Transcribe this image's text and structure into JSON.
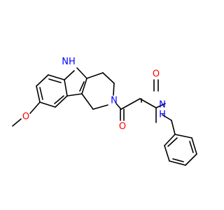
{
  "molecule": {
    "colors": {
      "carbon": "#000000",
      "nitrogen": "#0000ff",
      "oxygen": "#ff0000",
      "background": "#ffffff"
    },
    "labels": {
      "indole_nh": "NH",
      "indole_nh_h": "H",
      "indole_nh_n": "N",
      "ring_n": "N",
      "methoxy_o": "O",
      "ketone_o": "O",
      "amide_o": "O",
      "amide_nh_n": "N",
      "amide_nh_h": "H"
    }
  }
}
